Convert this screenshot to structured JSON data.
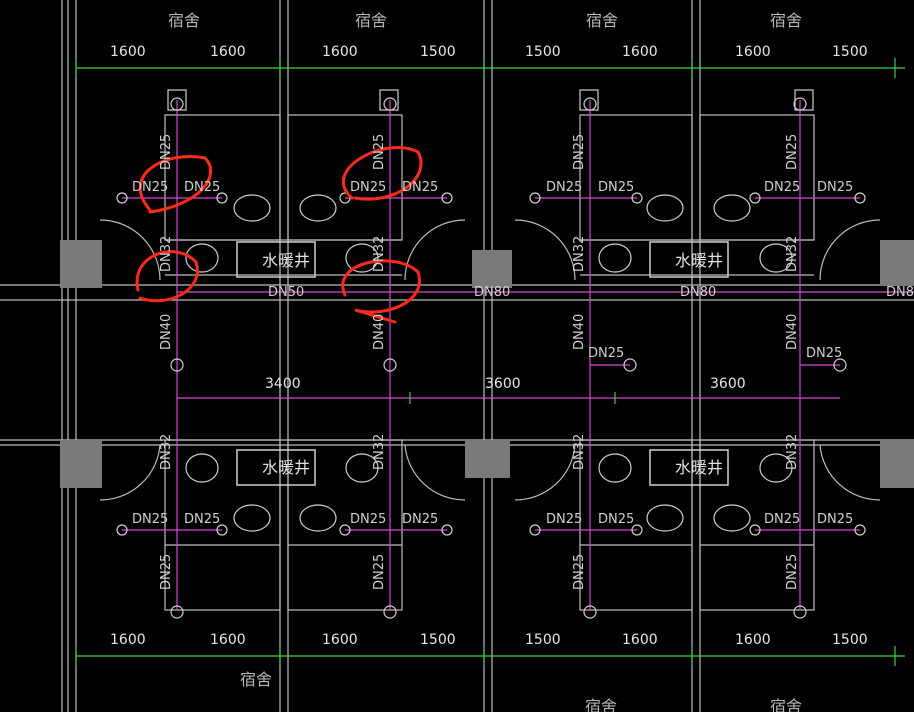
{
  "rooms": {
    "top": [
      "宿舍",
      "宿舍",
      "宿舍",
      "宿舍"
    ],
    "bottom": [
      "宿舍",
      "宿舍",
      "宿舍"
    ]
  },
  "dims_top": [
    "1600",
    "1600",
    "1600",
    "1500",
    "1500",
    "1600",
    "1600",
    "1500"
  ],
  "dims_bottom": [
    "1600",
    "1600",
    "1600",
    "1500",
    "1500",
    "1600",
    "1600",
    "1500"
  ],
  "dims_mid": [
    "3400",
    "3600",
    "3600"
  ],
  "shaft_label": "水暖井",
  "pipe_labels": {
    "dn25": "DN25",
    "dn32": "DN32",
    "dn40": "DN40",
    "dn50": "DN50",
    "dn80": "DN80"
  },
  "colors": {
    "pipe": "#d24bd2",
    "dimension": "#3fd13f",
    "wall": "#cfcfcf",
    "markup": "#ff2a1a"
  }
}
